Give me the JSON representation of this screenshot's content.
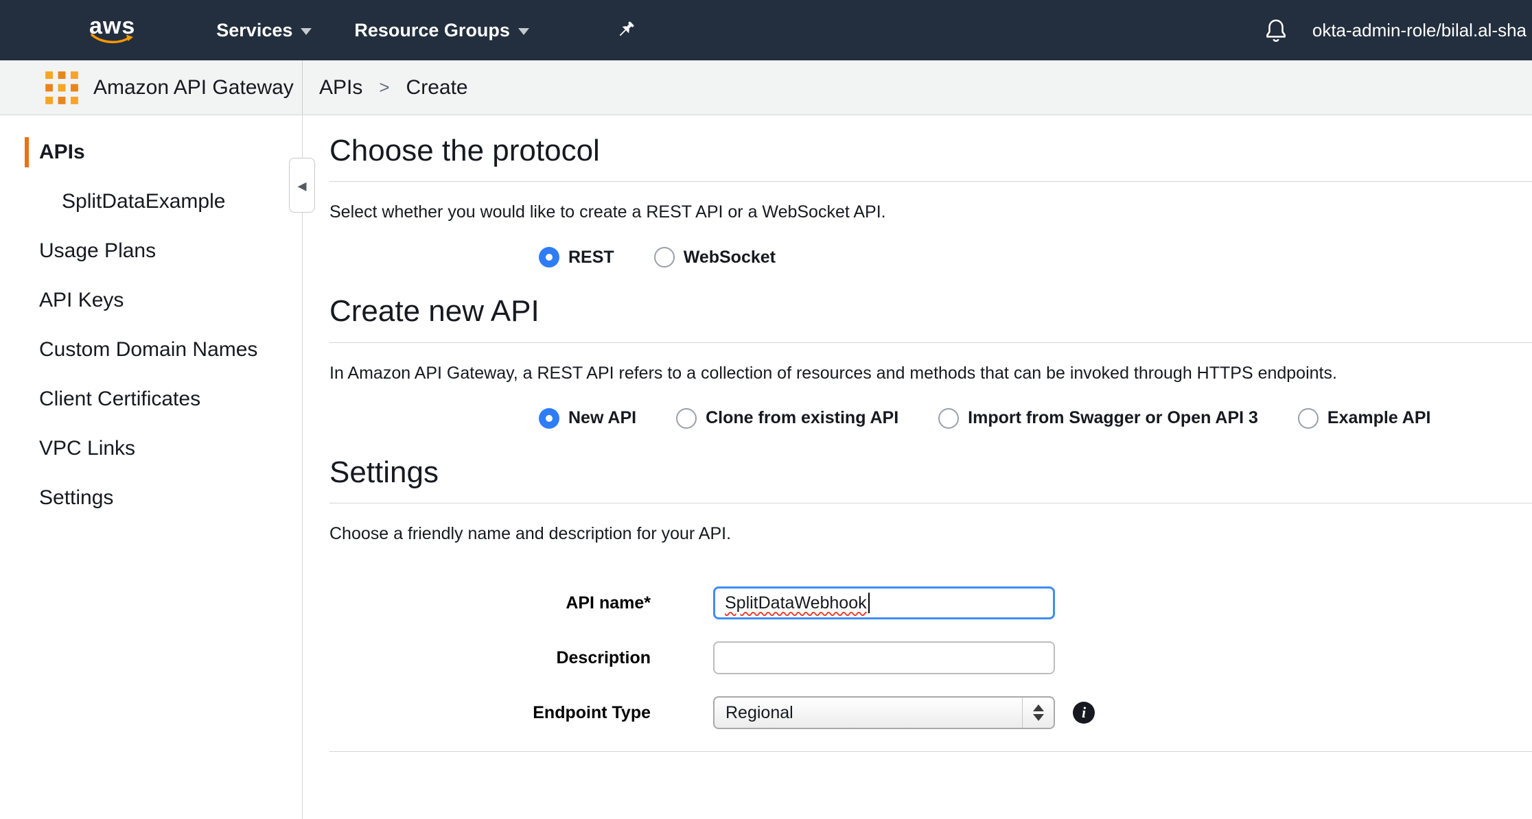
{
  "topnav": {
    "logo_text": "aws",
    "services_label": "Services",
    "resource_groups_label": "Resource Groups",
    "account_label": "okta-admin-role/bilal.al-sha"
  },
  "subheader": {
    "service_name": "Amazon API Gateway",
    "breadcrumb": {
      "section": "APIs",
      "separator": ">",
      "current": "Create"
    }
  },
  "sidebar": {
    "collapse_glyph": "◂",
    "items": [
      {
        "label": "APIs",
        "active": true
      },
      {
        "label": "SplitDataExample",
        "child_of": "APIs"
      },
      {
        "label": "Usage Plans"
      },
      {
        "label": "API Keys"
      },
      {
        "label": "Custom Domain Names"
      },
      {
        "label": "Client Certificates"
      },
      {
        "label": "VPC Links"
      },
      {
        "label": "Settings"
      }
    ]
  },
  "main": {
    "protocol_section": {
      "title": "Choose the protocol",
      "description": "Select whether you would like to create a REST API or a WebSocket API.",
      "options": [
        {
          "label": "REST",
          "selected": true
        },
        {
          "label": "WebSocket",
          "selected": false
        }
      ]
    },
    "create_section": {
      "title": "Create new API",
      "description": "In Amazon API Gateway, a REST API refers to a collection of resources and methods that can be invoked through HTTPS endpoints.",
      "options": [
        {
          "label": "New API",
          "selected": true
        },
        {
          "label": "Clone from existing API",
          "selected": false
        },
        {
          "label": "Import from Swagger or Open API 3",
          "selected": false
        },
        {
          "label": "Example API",
          "selected": false
        }
      ]
    },
    "settings_section": {
      "title": "Settings",
      "description": "Choose a friendly name and description for your API.",
      "fields": {
        "api_name": {
          "label": "API name*",
          "value": "SplitDataWebhook"
        },
        "description": {
          "label": "Description",
          "value": ""
        },
        "endpoint_type": {
          "label": "Endpoint Type",
          "value": "Regional"
        }
      }
    }
  },
  "icons": {
    "info_glyph": "i"
  },
  "colors": {
    "topnav_bg": "#232f3e",
    "accent_orange": "#ec7211",
    "logo_swoosh_orange": "#ff9900",
    "radio_selected_blue": "#2e7df6",
    "focus_border_blue": "#3f8cf5",
    "spellcheck_red": "#e8442e"
  }
}
